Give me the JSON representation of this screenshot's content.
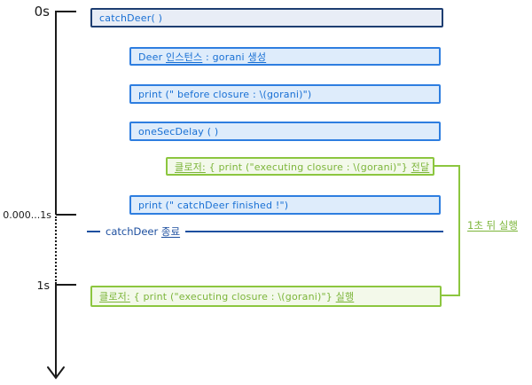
{
  "colors": {
    "axis_black": "#1a1a1a",
    "navy_border": "#1e3e71",
    "blue_border": "#2e7ee0",
    "blue_fill": "#deecfb",
    "blue_text": "#176fd4",
    "green_border": "#8cc63f",
    "green_fill": "#f3f9ea",
    "green_text": "#7cb53a",
    "end_line_blue": "#1d4f9f"
  },
  "timeline": {
    "tick_0s": "0s",
    "tick_mid": "0.000...1s",
    "tick_1s": "1s"
  },
  "boxes": {
    "catch_deer_call": "catchDeer( )",
    "deer_instance": {
      "pre": "Deer ",
      "u1": "인스턴스",
      "mid": " : gorani ",
      "u2": "생성"
    },
    "print_before": "print (\" before closure : \\(gorani)\")",
    "one_sec_delay": "oneSecDelay ( )",
    "closure_pass": {
      "u1": "클로저:",
      "mid": " { print (\"executing closure : \\(gorani)\"} ",
      "u2": "전달"
    },
    "print_finished": "print (\" catchDeer finished !\")",
    "closure_exec": {
      "u1": "클로저:",
      "mid": " { print (\"executing closure : \\(gorani)\"} ",
      "u2": "실행"
    }
  },
  "end_line": {
    "pre": "catchDeer ",
    "u": "종료"
  },
  "annotation": {
    "delay_note": "1초 뒤 실행"
  }
}
